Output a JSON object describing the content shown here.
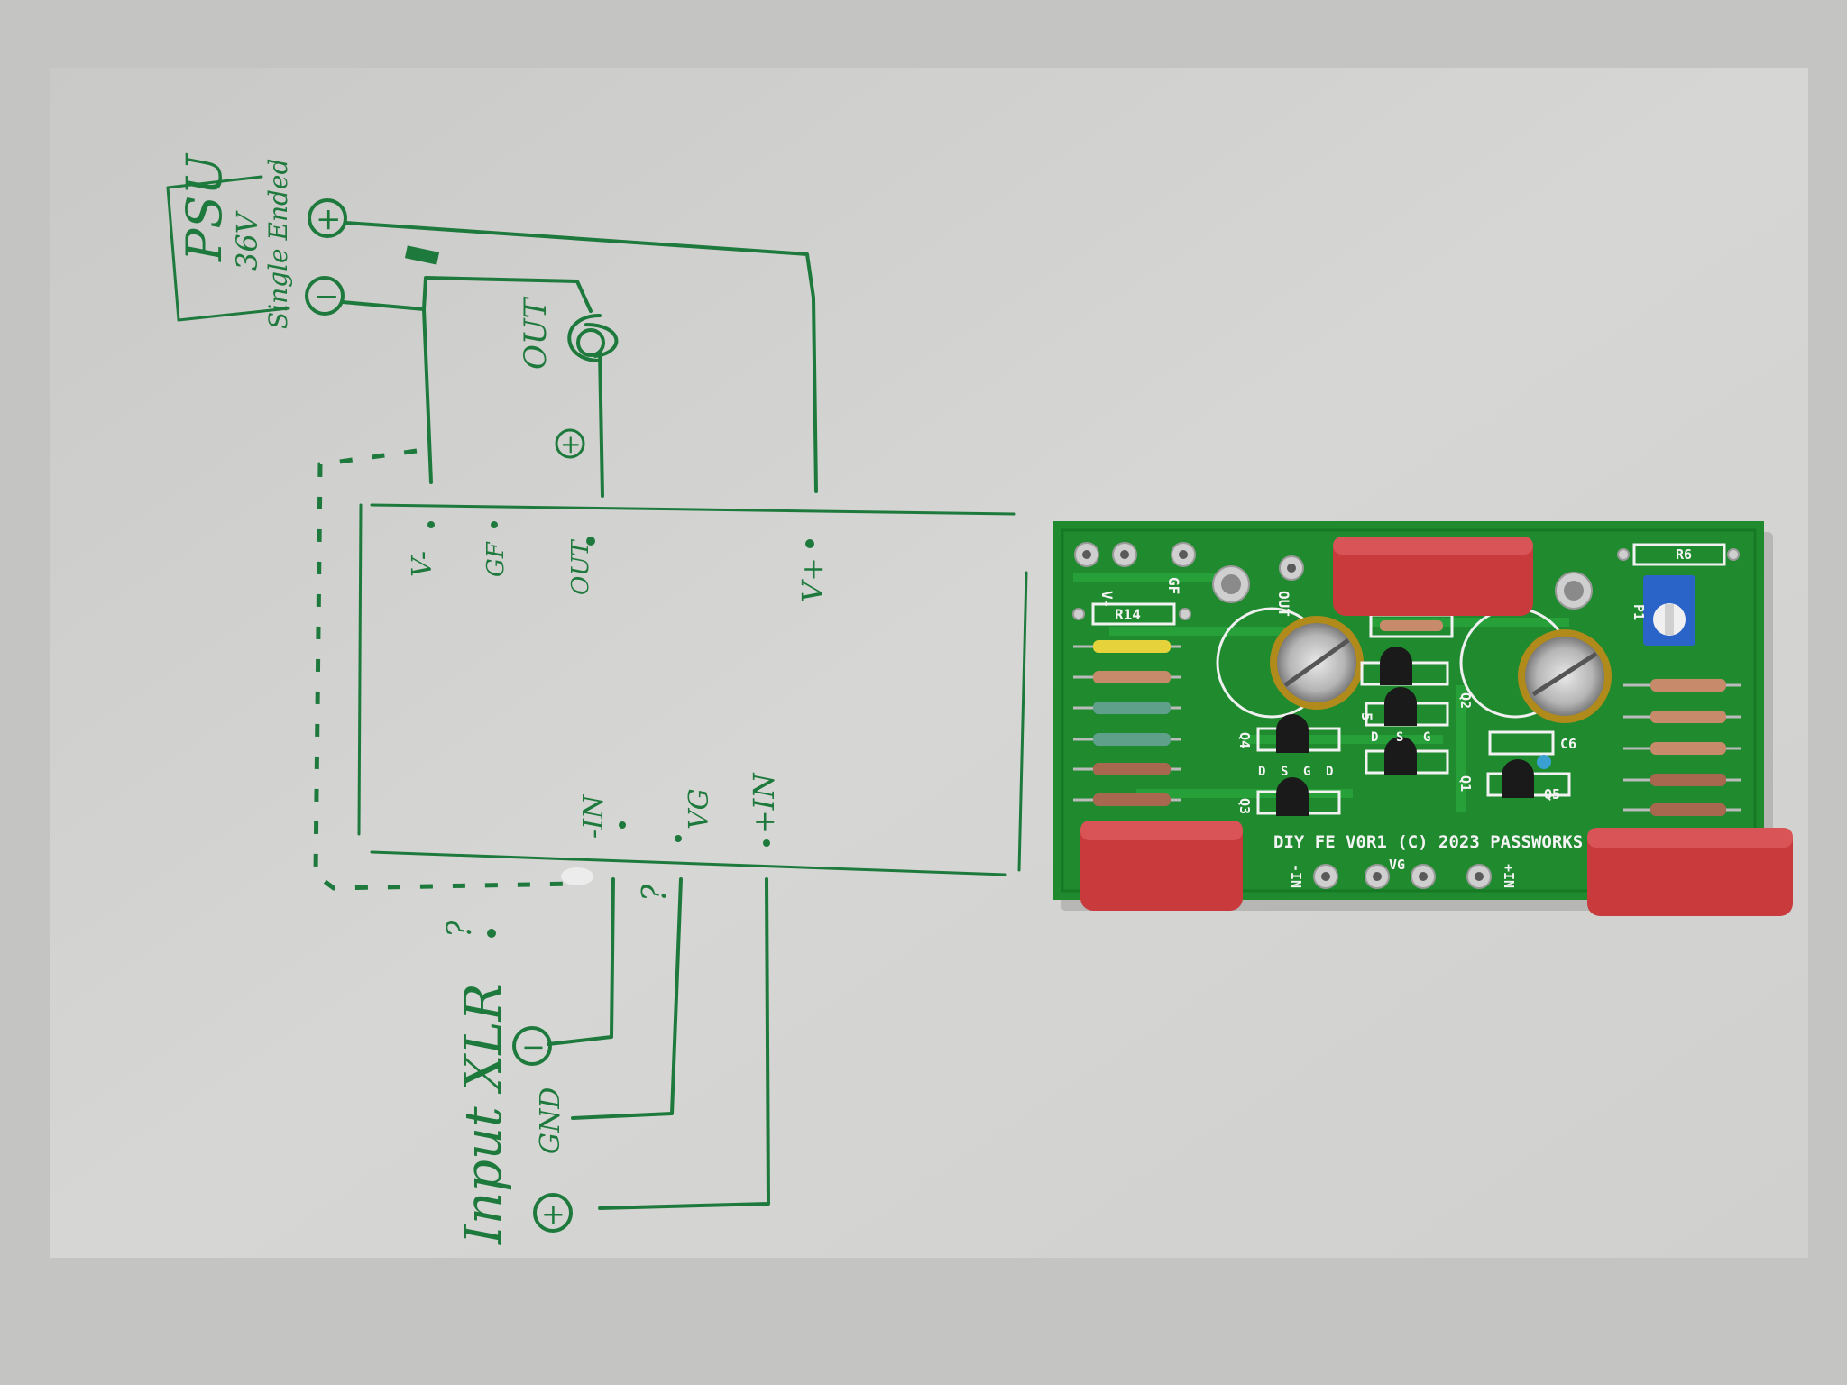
{
  "sketch": {
    "psu_label": "PSU",
    "psu_voltage": "36V",
    "psu_type": "Single Ended",
    "out_label": "OUT",
    "board_v_minus": "V-",
    "board_gf": "GF",
    "board_out": "OUT",
    "board_v_plus": "V+",
    "board_minus_in": "-IN",
    "board_vg": "VG",
    "board_plus_in": "+IN",
    "question_1": "?",
    "question_2": "?",
    "xlr_title": "Input XLR",
    "xlr_gnd": "GND",
    "plus_symbol": "+",
    "minus_symbol": "−"
  },
  "pcb": {
    "footer": "DIY FE V0R1 (C) 2023 PASSWORKS",
    "pad_v_minus": "V-",
    "pad_gf": "GF",
    "pad_out": "OUT",
    "pad_minus_in": "-IN",
    "pad_vg": "VG",
    "pad_plus_in": "+IN",
    "ref_r14": "R14",
    "ref_r6": "R6",
    "ref_p1": "P1",
    "ref_c6": "C6",
    "ref_q1": "Q1",
    "ref_q2": "Q2",
    "ref_q3": "Q3",
    "ref_q4": "Q4",
    "ref_q5": "Q5",
    "ref_c5": "5",
    "pin_d": "D",
    "pin_g": "G",
    "pin_s": "S"
  },
  "colors": {
    "paper": "#d4d4d2",
    "ink": "#1e7a3c",
    "pcb": "#1f8a2e",
    "capacitor_box": "#c83a3c",
    "trimmer": "#2a64c8"
  }
}
